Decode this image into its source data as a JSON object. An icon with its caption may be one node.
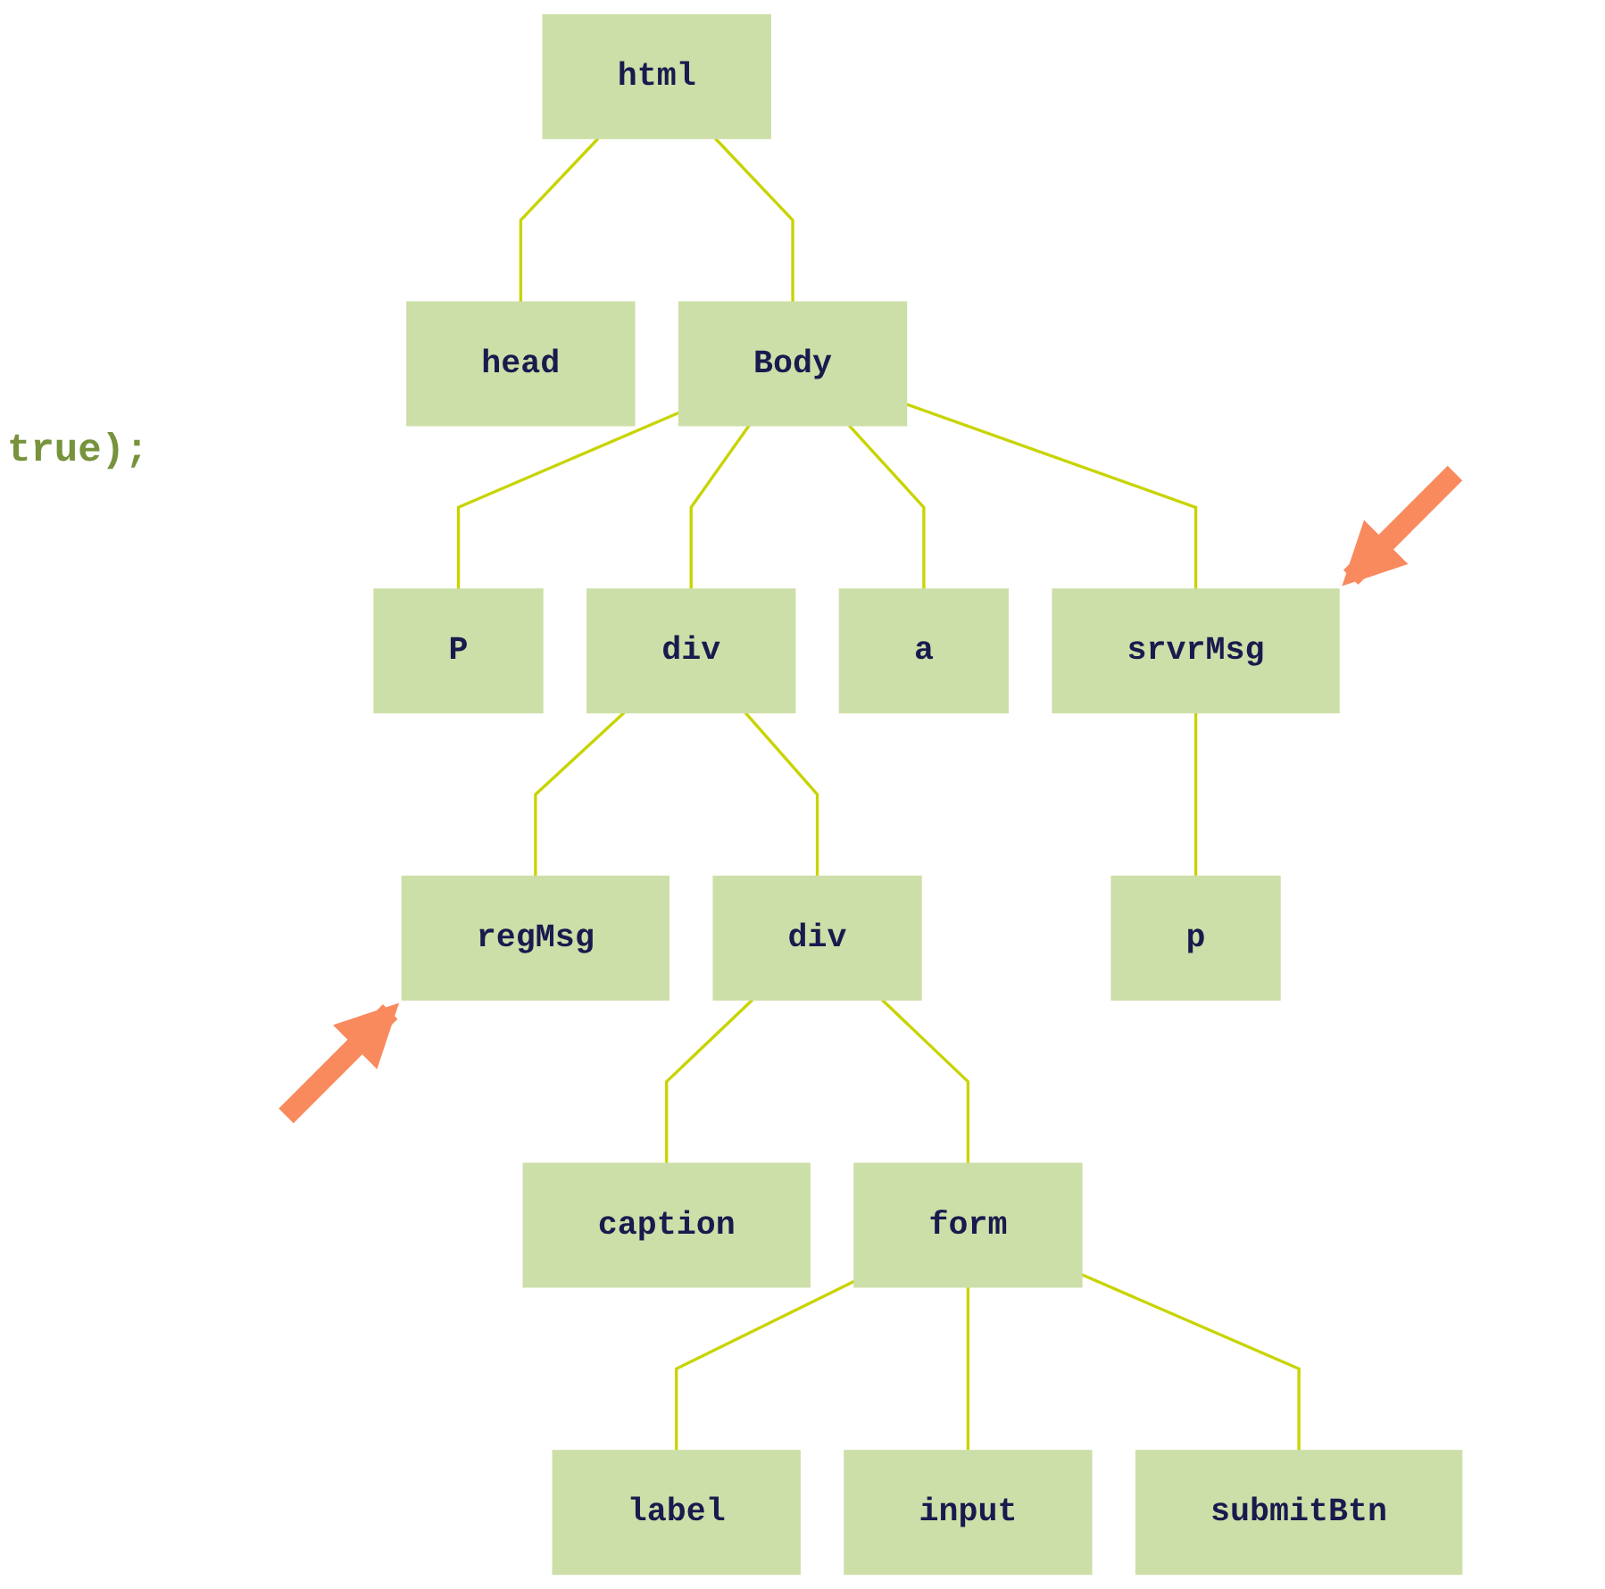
{
  "diagram": {
    "nodes": [
      {
        "text": [
          "html"
        ]
      },
      {
        "text": [
          "head"
        ]
      },
      {
        "text": [
          "Body"
        ]
      },
      {
        "text": [
          "P"
        ]
      },
      {
        "text": [
          "div"
        ]
      },
      {
        "text": [
          "a"
        ]
      },
      {
        "text": [
          "srvrMsg"
        ]
      },
      {
        "text": [
          "regMsg"
        ]
      },
      {
        "text": [
          "div"
        ]
      },
      {
        "text": [
          "p"
        ]
      },
      {
        "text": [
          "caption"
        ]
      },
      {
        "text": [
          "form"
        ]
      },
      {
        "text": [
          "label"
        ]
      },
      {
        "text": [
          "input"
        ]
      },
      {
        "text": [
          "submitBtn"
        ]
      }
    ],
    "edges": [
      {
        "from": 0,
        "to": 1,
        "arrow": "none"
      },
      {
        "from": 0,
        "to": 2,
        "arrow": "none"
      },
      {
        "from": 2,
        "to": 3,
        "arrow": "none"
      },
      {
        "from": 2,
        "to": 4,
        "arrow": "none"
      },
      {
        "from": 2,
        "to": 5,
        "arrow": "none"
      },
      {
        "from": 2,
        "to": 6,
        "arrow": "none"
      },
      {
        "from": 4,
        "to": 7,
        "arrow": "none"
      },
      {
        "from": 4,
        "to": 8,
        "arrow": "none"
      },
      {
        "from": 6,
        "to": 9,
        "arrow": "none"
      },
      {
        "from": 8,
        "to": 10,
        "arrow": "none"
      },
      {
        "from": 8,
        "to": 11,
        "arrow": "none"
      },
      {
        "from": 11,
        "to": 12,
        "arrow": "none"
      },
      {
        "from": 11,
        "to": 13,
        "arrow": "none"
      },
      {
        "from": 11,
        "to": 14,
        "arrow": "none"
      },
      {
        "from": null,
        "to": 6,
        "arrow": "to",
        "style": "thick",
        "color": "#f98a5e"
      },
      {
        "from": null,
        "to": 7,
        "arrow": "to",
        "style": "thick",
        "color": "#f98a5e"
      }
    ],
    "labels": [
      "true);"
    ]
  }
}
